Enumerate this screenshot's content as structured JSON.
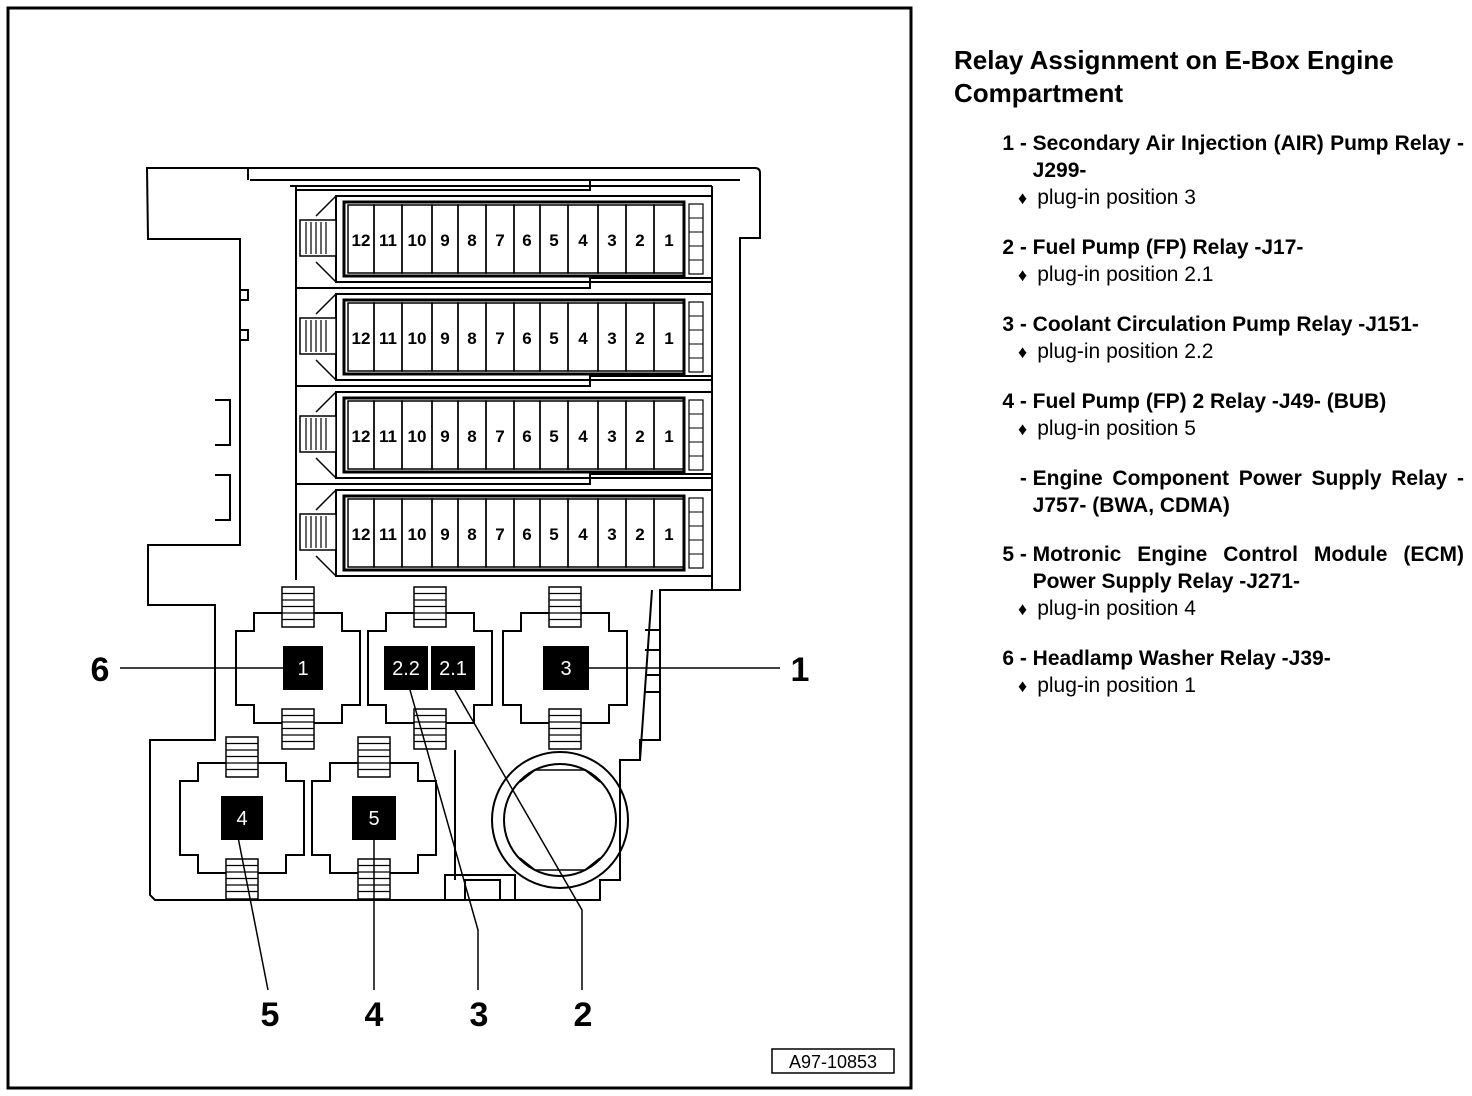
{
  "figure_id": "A97-10853",
  "diagram": {
    "fuse_rows": [
      [
        "12",
        "11",
        "10",
        "9",
        "8",
        "7",
        "6",
        "5",
        "4",
        "3",
        "2",
        "1"
      ],
      [
        "12",
        "11",
        "10",
        "9",
        "8",
        "7",
        "6",
        "5",
        "4",
        "3",
        "2",
        "1"
      ],
      [
        "12",
        "11",
        "10",
        "9",
        "8",
        "7",
        "6",
        "5",
        "4",
        "3",
        "2",
        "1"
      ],
      [
        "12",
        "11",
        "10",
        "9",
        "8",
        "7",
        "6",
        "5",
        "4",
        "3",
        "2",
        "1"
      ]
    ],
    "relay_positions": [
      "1",
      "2.2",
      "2.1",
      "3",
      "4",
      "5"
    ],
    "callouts": [
      "6",
      "1",
      "5",
      "4",
      "3",
      "2"
    ]
  },
  "legend": {
    "title_line1": "Relay Assignment on E-Box Engine",
    "title_line2": "Compartment",
    "items": [
      {
        "num": "1",
        "text": "Secondary Air Injection (AIR) Pump Relay -J299-",
        "note": "plug-in position 3"
      },
      {
        "num": "2",
        "text": "Fuel Pump (FP) Relay -J17-",
        "note": "plug-in position 2.1"
      },
      {
        "num": "3",
        "text": "Coolant Circulation Pump Relay -J151-",
        "note": "plug-in position 2.2"
      },
      {
        "num": "4",
        "text": "Fuel Pump (FP) 2 Relay -J49- (BUB)",
        "note": "plug-in position 5"
      },
      {
        "num": "",
        "text": "Engine Component Power Supply Relay -J757- (BWA, CDMA)",
        "note": ""
      },
      {
        "num": "5",
        "text": "Motronic Engine Control Module (ECM) Power Supply Relay -J271-",
        "note": "plug-in position 4"
      },
      {
        "num": "6",
        "text": "Headlamp Washer Relay -J39-",
        "note": "plug-in position 1"
      }
    ]
  }
}
